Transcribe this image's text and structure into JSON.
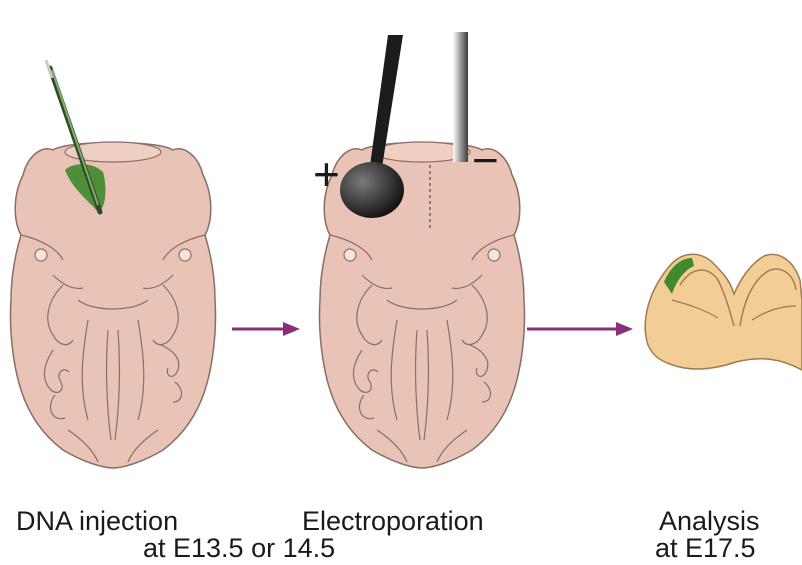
{
  "labels": {
    "step1": "DNA injection",
    "step2": "Electroporation",
    "shared_time": "at E13.5 or 14.5",
    "step3": "Analysis",
    "step3_time": "at E17.5",
    "plus_sign": "+",
    "minus_sign": "−"
  },
  "colors": {
    "embryo_fill": "#e9c3b5",
    "embryo_outline": "#8a6e66",
    "injection_green": "#3f8a2c",
    "electrode_dark": "#1c1c1c",
    "electrode_gray": "#9a9a9a",
    "arrow": "#8a2e7a",
    "brain_section": "#f2cd96"
  }
}
